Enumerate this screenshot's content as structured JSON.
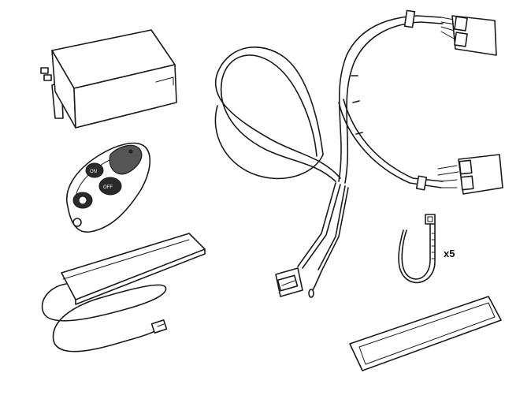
{
  "remote": {
    "on_label": "ON",
    "off_label": "OFF"
  },
  "cable_ties": {
    "quantity_label": "x5"
  }
}
